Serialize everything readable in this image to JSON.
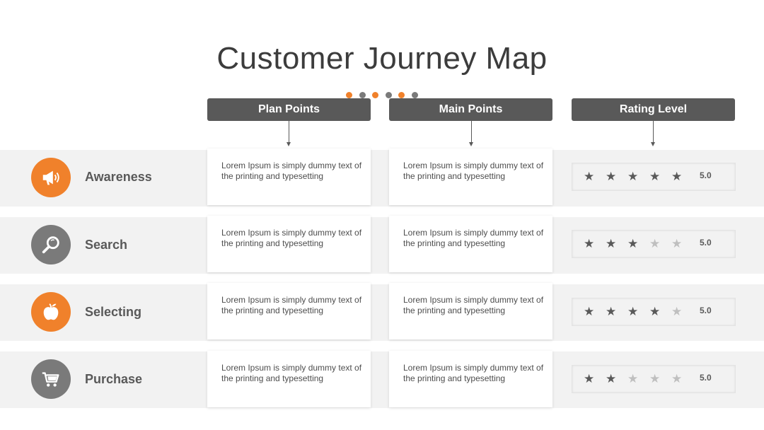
{
  "title": "Customer Journey Map",
  "colors": {
    "accent": "#f0812b",
    "gray": "#7a7a7a",
    "header": "#595959",
    "star_on": "#595959",
    "star_off": "#bfbfbf"
  },
  "dots": [
    "#f0812b",
    "#7a7a7a",
    "#f0812b",
    "#7a7a7a",
    "#f0812b",
    "#7a7a7a"
  ],
  "headers": {
    "plan": "Plan Points",
    "main": "Main Points",
    "rating": "Rating Level"
  },
  "rows": [
    {
      "label": "Awareness",
      "icon": "megaphone-icon",
      "color": "#f0812b",
      "plan": "Lorem Ipsum is simply dummy text of the printing and typesetting",
      "main": "Lorem Ipsum is simply dummy text of the printing and typesetting",
      "stars": 5,
      "score": "5.0"
    },
    {
      "label": "Search",
      "icon": "magnifier-icon",
      "color": "#7a7a7a",
      "plan": "Lorem Ipsum is simply dummy text of the printing and typesetting",
      "main": "Lorem Ipsum is simply dummy text of the printing and typesetting",
      "stars": 3,
      "score": "5.0"
    },
    {
      "label": "Selecting",
      "icon": "apple-icon",
      "color": "#f0812b",
      "plan": "Lorem Ipsum is simply dummy text of the printing and typesetting",
      "main": "Lorem Ipsum is simply dummy text of the printing and typesetting",
      "stars": 4,
      "score": "5.0"
    },
    {
      "label": "Purchase",
      "icon": "cart-icon",
      "color": "#7a7a7a",
      "plan": "Lorem Ipsum is simply dummy text of the printing and typesetting",
      "main": "Lorem Ipsum is simply dummy text of the printing and typesetting",
      "stars": 2,
      "score": "5.0"
    }
  ]
}
